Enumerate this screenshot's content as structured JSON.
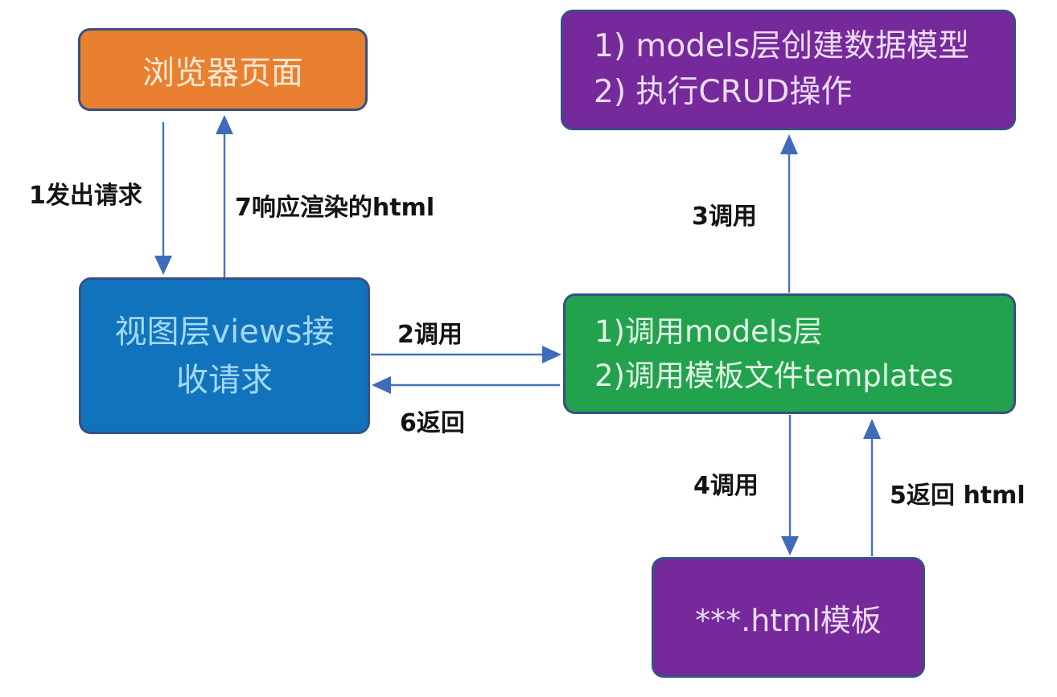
{
  "diagram": {
    "nodes": {
      "browser": {
        "label": "浏览器页面",
        "color": "#E8802F"
      },
      "models": {
        "lines": [
          "1) models层创建数据模型",
          "2) 执行CRUD操作"
        ],
        "color": "#76299B"
      },
      "views": {
        "lines": [
          "视图层views接",
          "收请求"
        ],
        "color": "#1173BC"
      },
      "controller": {
        "lines": [
          "1)调用models层",
          "2)调用模板文件templates"
        ],
        "color": "#23A24D"
      },
      "template": {
        "label": "***.html模板",
        "color": "#76299B"
      }
    },
    "edges": {
      "e1": {
        "label": "1发出请求",
        "from": "browser",
        "to": "views",
        "direction": "down"
      },
      "e7": {
        "label": "7响应渲染的html",
        "from": "views",
        "to": "browser",
        "direction": "up"
      },
      "e2": {
        "label": "2调用",
        "from": "views",
        "to": "controller",
        "direction": "right"
      },
      "e6": {
        "label": "6返回",
        "from": "controller",
        "to": "views",
        "direction": "left"
      },
      "e3": {
        "label": "3调用",
        "from": "controller",
        "to": "models",
        "direction": "up"
      },
      "e4": {
        "label": "4调用",
        "from": "controller",
        "to": "template",
        "direction": "down"
      },
      "e5": {
        "label": "5返回 html",
        "from": "template",
        "to": "controller",
        "direction": "up"
      }
    },
    "colors": {
      "background": "#FFFFFF",
      "node_border": "#375085",
      "arrow": "#4472C4",
      "arrowhead": "#3F6BBB",
      "edge_label_text": "#141414",
      "orange_node": "#E8802F",
      "blue_node": "#1173BC",
      "green_node": "#23A24D",
      "purple_node": "#76299B"
    }
  }
}
